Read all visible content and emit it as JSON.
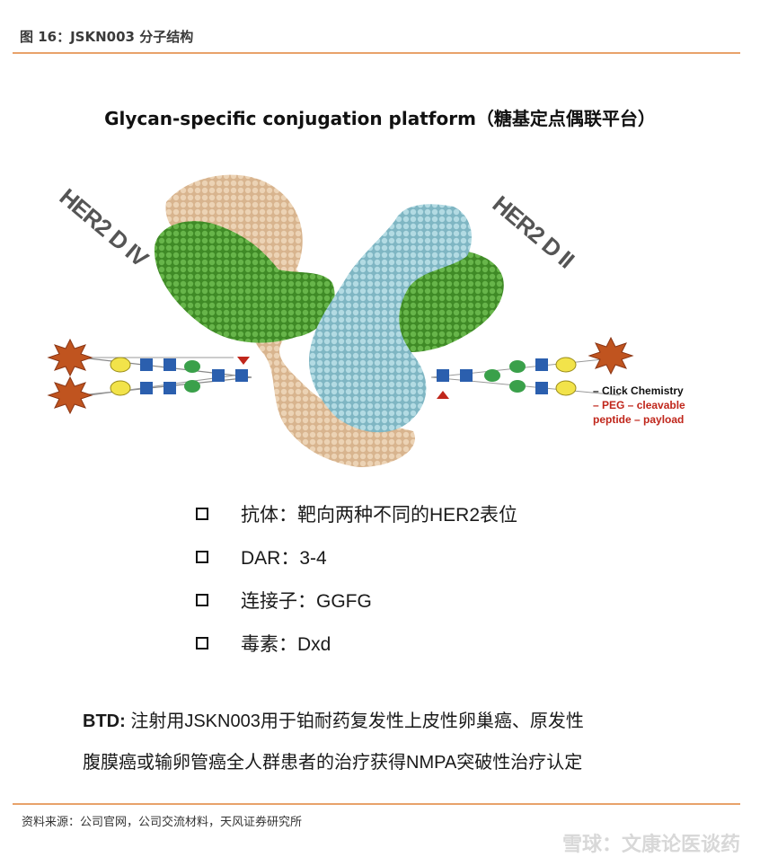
{
  "figure": {
    "label": "图 16：JSKN003 分子结构"
  },
  "slide": {
    "title": "Glycan-specific conjugation platform（糖基定点偶联平台）",
    "left_epitope": "HER2 D IV",
    "right_epitope": "HER2 D II",
    "legend": [
      {
        "text": "– Click Chemistry",
        "color": "#111111"
      },
      {
        "text": "– PEG – cleavable",
        "color": "#c0261b"
      },
      {
        "text": "peptide – payload",
        "color": "#c0261b"
      }
    ],
    "bullets": [
      "抗体：靶向两种不同的HER2表位",
      "DAR：3-4",
      "连接子：GGFG",
      "毒素：Dxd"
    ],
    "btd_label": "BTD:",
    "btd_line1": "注射用JSKN003用于铂耐药复发性上皮性卵巢癌、原发性",
    "btd_line2": "腹膜癌或输卵管癌全人群患者的治疗获得NMPA突破性治疗认定"
  },
  "colors": {
    "heavy_chain_tan": "#dcb995",
    "light_chain_green": "#4f9a2f",
    "heavy_chain_cyan": "#8fc4d0",
    "payload_star": "#c0541f",
    "sugar_yellow": "#f2e34a",
    "sugar_blue": "#2b5fae",
    "sugar_green": "#3aa04a",
    "triangle_red": "#c0261b",
    "accent_rule": "#e8a26a"
  },
  "source": "资料来源：公司官网，公司交流材料，天风证券研究所",
  "watermark": "雪球：文康论医谈药"
}
